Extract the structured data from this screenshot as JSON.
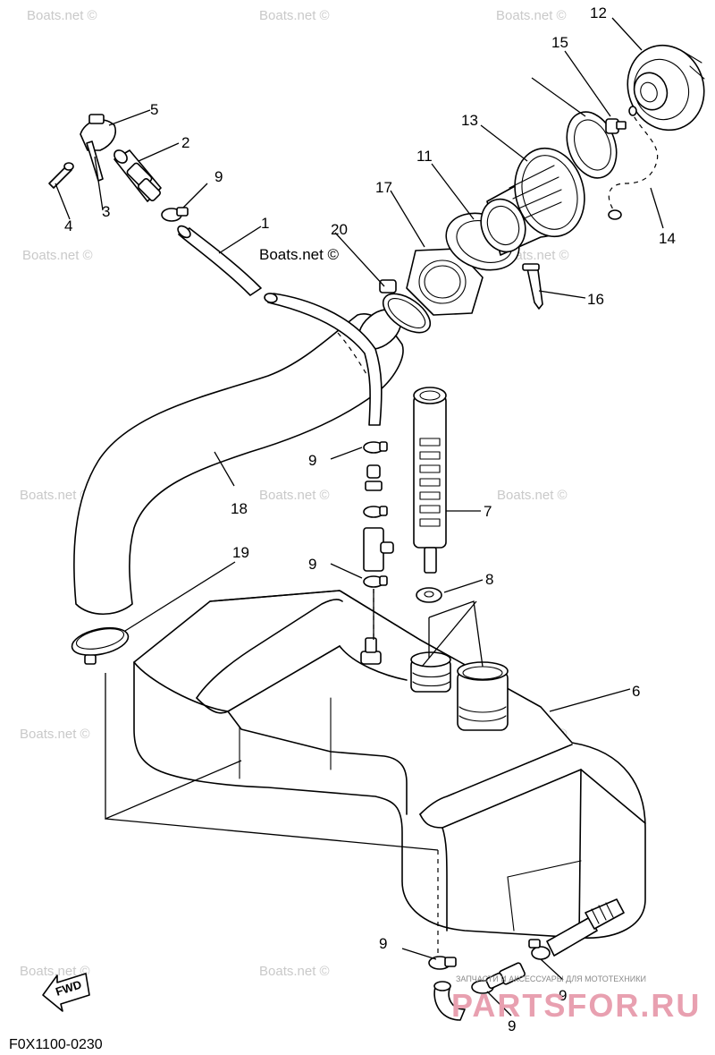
{
  "diagram": {
    "code": "F0X1100-0230",
    "fwd_label": "FWD",
    "watermark": "Boats.net ©",
    "watermark_dark": "Boats.net ©",
    "brand_top": "ЗАПЧАСТИ И АКСЕССУАРЫ ДЛЯ МОТОТЕХНИКИ",
    "brand_main": "PARTSFOR.RU"
  },
  "callouts": {
    "c1": "1",
    "c2": "2",
    "c3": "3",
    "c4": "4",
    "c5": "5",
    "c6": "6",
    "c7": "7",
    "c8": "8",
    "c9a": "9",
    "c9b": "9",
    "c9c": "9",
    "c9d": "9",
    "c9e": "9",
    "c9f": "9",
    "c11": "11",
    "c12": "12",
    "c13": "13",
    "c14": "14",
    "c15": "15",
    "c16": "16",
    "c17": "17",
    "c18": "18",
    "c19": "19",
    "c20": "20"
  }
}
